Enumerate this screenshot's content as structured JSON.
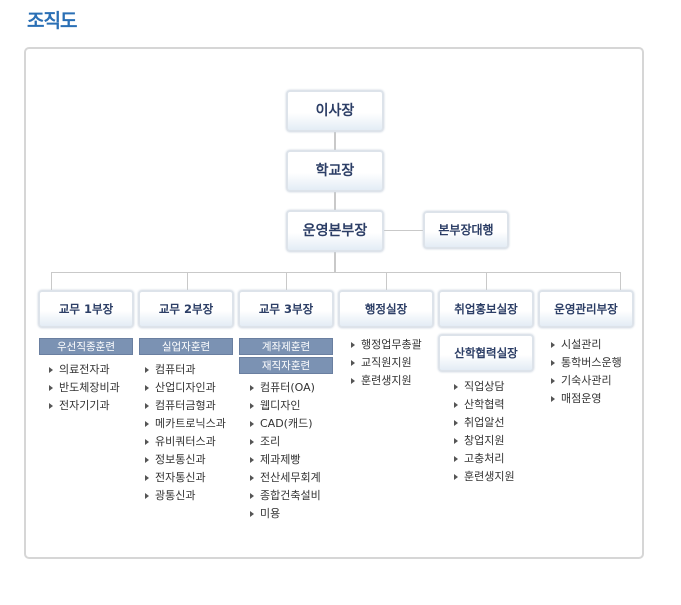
{
  "page_title": "조직도",
  "top": {
    "chair": "이사장",
    "principal": "학교장",
    "director": "운영본부장",
    "deputy": "본부장대행"
  },
  "departments": [
    {
      "name": "교무 1부장",
      "tags": [
        "우선직종훈련"
      ],
      "items": [
        "의료전자과",
        "반도체장비과",
        "전자기기과"
      ]
    },
    {
      "name": "교무 2부장",
      "tags": [
        "실업자훈련"
      ],
      "items": [
        "컴퓨터과",
        "산업디자인과",
        "컴퓨터금형과",
        "메카트로닉스과",
        "유비쿼터스과",
        "정보통신과",
        "전자통신과",
        "광통신과"
      ]
    },
    {
      "name": "교무 3부장",
      "tags": [
        "계좌제훈련",
        "재직자훈련"
      ],
      "items": [
        "컴퓨터(OA)",
        "웹디자인",
        "CAD(캐드)",
        "조리",
        "제과제빵",
        "전산세무회계",
        "종합건축설비",
        "미용"
      ]
    },
    {
      "name": "행정실장",
      "tags": [],
      "items": [
        "행정업무총괄",
        "교직원지원",
        "훈련생지원"
      ]
    },
    {
      "name": "취업홍보실장",
      "tags": [],
      "sub_unit": "산학협력실장",
      "items": [
        "직업상담",
        "산학협력",
        "취업알선",
        "창업지원",
        "고충처리",
        "훈련생지원"
      ]
    },
    {
      "name": "운영관리부장",
      "tags": [],
      "items": [
        "시설관리",
        "통학버스운행",
        "기숙사관리",
        "매점운영"
      ]
    }
  ]
}
